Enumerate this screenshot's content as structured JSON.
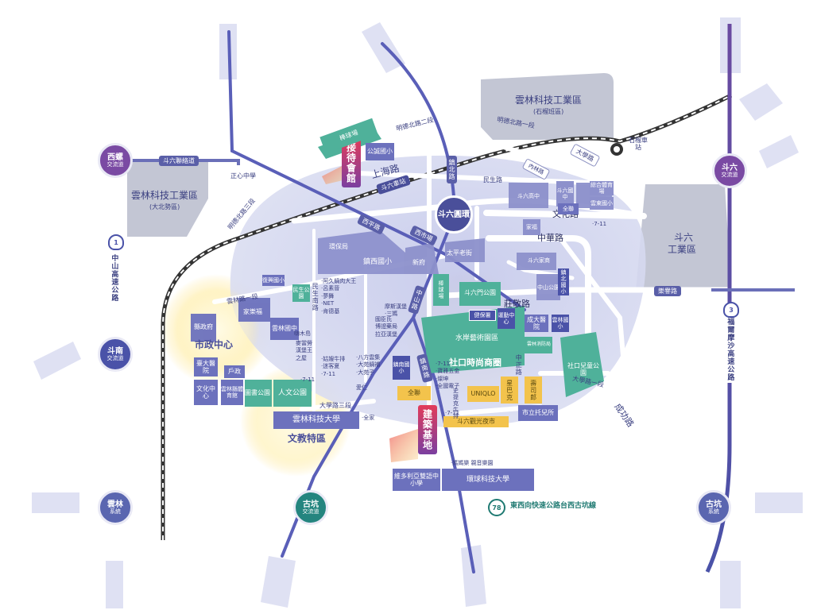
{
  "park_zones": {
    "yunlin_tech_north": {
      "title": "雲林科技工業區",
      "sub": "(石榴班區)"
    },
    "yunlin_tech_west": {
      "title": "雲林科技工業區",
      "sub": "(大北勢區)"
    },
    "douliu_industrial": {
      "title": "斗六",
      "sub": "工業區"
    }
  },
  "interchanges": [
    {
      "name": "西螺",
      "type": "交流道"
    },
    {
      "name": "斗六",
      "type": "交流道"
    },
    {
      "name": "斗南",
      "type": "交流道"
    },
    {
      "name": "雲林",
      "type": "系統"
    },
    {
      "name": "古坑",
      "type": "交流道"
    },
    {
      "name": "古坑",
      "type": "系統"
    }
  ],
  "highways": {
    "west": "中山高速公路",
    "west_num": "1",
    "east": "福爾摩沙高速公路",
    "east_num": "3",
    "south": "東西向快速公路台西古坑線",
    "south_num": "78"
  },
  "roads": {
    "douliu_link": "斗六聯絡道",
    "mingde_north_2": "明德北路二段",
    "mingde_north_1": "明德北路一段",
    "mingde_north_3": "明德北路三段",
    "neilin": "內林路",
    "daxue": "大學路",
    "shangwu": "上海路",
    "douliu_station": "斗六車站",
    "zhenbei": "鎮北路",
    "minsheng": "民生路",
    "ring": "斗六圓環",
    "wenhua": "文化路",
    "zhonghua": "中華路",
    "xiping": "西平路",
    "xishi": "西市場",
    "taiping": "太平老街",
    "zhongshan": "中山路",
    "zhuangjing": "莊敬路",
    "lecui": "樂譽路",
    "yunlin_rd_1": "雲林路一段",
    "minsheng_s": "民生南路",
    "daxue_3": "大學路三段",
    "daxue_1": "大學路一段",
    "zhennan": "鎮南路",
    "zhongzheng": "中正路",
    "chenggong": "成功路",
    "shilu": "石榴車站"
  },
  "sales": {
    "reception": "接待會館",
    "site": "建築基地"
  },
  "districts": {
    "civic": "市政中心",
    "culture": "文教特區",
    "commercial": "社口時尚商圈"
  },
  "blocks": {
    "baseball": "棒球場",
    "gongcheng": "公誠國小",
    "zhengxin": "正心中學",
    "huanbao": "環保局",
    "zhenxi": "鎮西國小",
    "xinfu": "新府",
    "douliu_high": "斗六高中",
    "douliu_jr": "斗六國中",
    "zonghe": "綜合體育場",
    "yunlin_jr": "雲東國小",
    "quanlian_top": "全聯",
    "jiafu": "家福",
    "douliu_home": "斗六家商",
    "zhongshan_park": "中山公園",
    "chengbei": "鎮北國小",
    "baseball2": "棒球場",
    "douliu_park": "斗六門公園",
    "jianbao": "健保署",
    "yundong": "運動中心",
    "chengda": "成大醫院",
    "yunlin_nat": "雲林國小",
    "yunlin_fire": "雲林消防局",
    "shuian": "水岸藝術園區",
    "shekou_park": "社口兒童公園",
    "county_gov": "縣政府",
    "yunlin_jr2": "雲林國中",
    "jiale": "家樂福",
    "mingsheng_park": "民生公園",
    "fuxing": "復興國小",
    "taida": "臺大醫院",
    "hu": "戶政",
    "culture_center": "文化中心",
    "yunlin_gym": "雲林縣體育館",
    "tushu": "圖書公園",
    "renwen": "人文公園",
    "zhennan_jr": "鎮南國小",
    "yuntech": "雲林科技大學",
    "victoria": "維多利亞雙語中小學",
    "huanqiu": "環球科技大學",
    "shili_tuo": "市立托兒所"
  },
  "yellow_blocks": {
    "quanlian": "全聯",
    "starbucks": "星巴克",
    "sushi": "壽司郎",
    "uniqlo": "UNIQLO",
    "night_market": "斗六觀光夜市"
  },
  "pois": {
    "west_list": "‧阿久鍋肉大王\n‧呂素晉\n‧夢舞\n‧NET\n‧肯德基",
    "west2_list": "‧姑嫂牛排\n‧迷客夏\n‧7-11",
    "tang_list": "‧八方雲集\n‧大苑鍋補\n‧大苑子",
    "center_list": "摩斯漢堡\n‧三媽",
    "center_list2": "國臣氏\n博證藥局\n拉亞漢堡",
    "south_list": "‧7-11\n‧寶雅五金\n‧燦坤\n‧全國電子",
    "shiguang": "史提克牛排",
    "wanye": "嗨木島",
    "wai": "麥當勞\n漢堡王\n之屋",
    "sup": "愛仁",
    "quanjia": "‧全家",
    "seven_a": "‧7-11",
    "seven_b": "‧7-11",
    "seven_c": "‧7-11",
    "mama": "‧媽媽樂 親音樂園"
  }
}
